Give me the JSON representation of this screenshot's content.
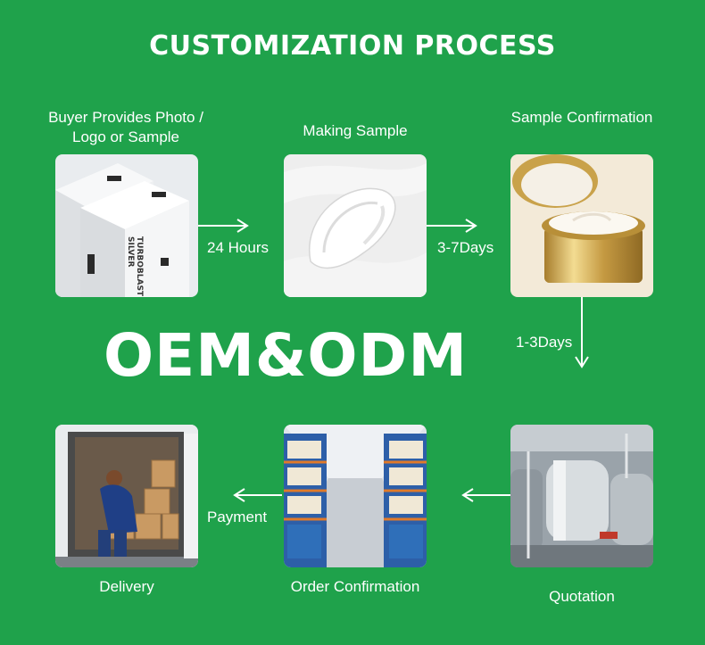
{
  "title": "CUSTOMIZATION PROCESS",
  "center_text": "OEM&ODM",
  "steps": [
    {
      "label": "Buyer Provides Photo / Logo or Sample",
      "image": "product-box-photo"
    },
    {
      "label": "Making Sample",
      "image": "cream-swatch-photo"
    },
    {
      "label": "Sample Confirmation",
      "image": "cream-jar-photo"
    },
    {
      "label": "Quotation",
      "image": "factory-tanks-photo"
    },
    {
      "label": "Order Confirmation",
      "image": "warehouse-photo"
    },
    {
      "label": "Delivery",
      "image": "delivery-van-photo"
    }
  ],
  "transitions": [
    "24 Hours",
    "3-7Days",
    "1-3Days",
    "Payment"
  ],
  "box_print": {
    "line1": "TURBOBLAST",
    "line2": "SILVER"
  },
  "colors": {
    "background": "#1fa24b",
    "text": "#ffffff",
    "arrow": "#ffffff"
  }
}
